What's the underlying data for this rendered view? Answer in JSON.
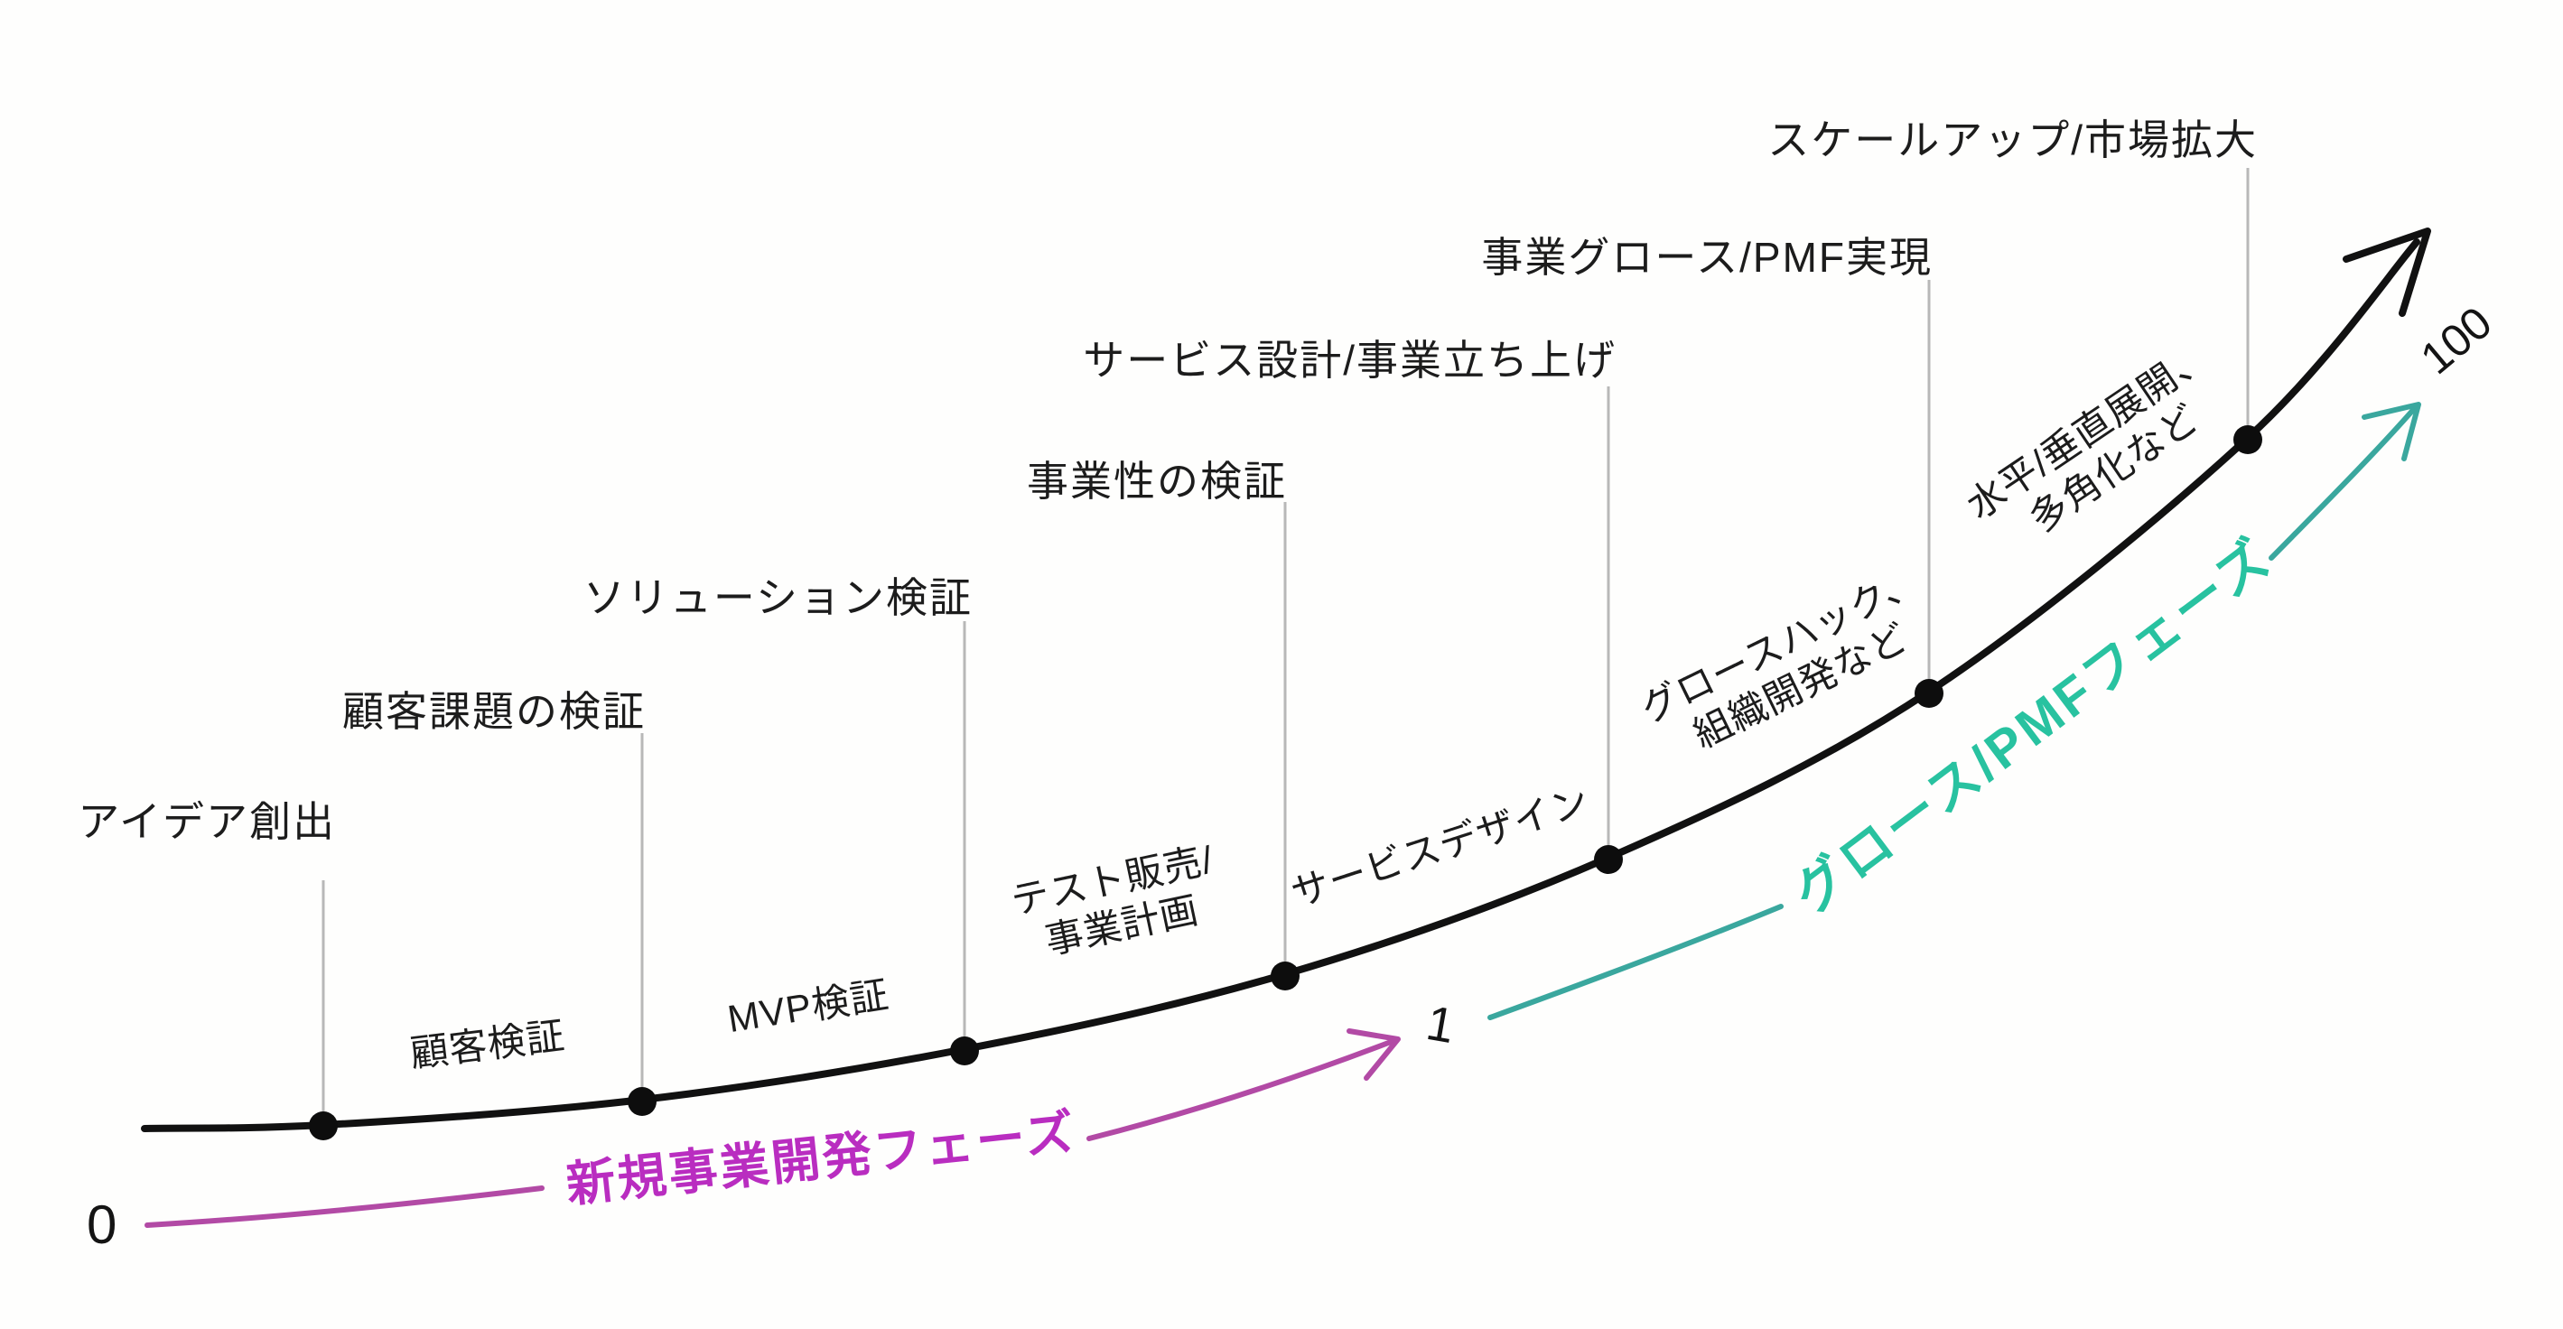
{
  "diagram": {
    "milestones": [
      "アイデア創出",
      "顧客課題の検証",
      "ソリューション検証",
      "事業性の検証",
      "サービス設計/事業立ち上げ",
      "事業グロース/PMF実現",
      "スケールアップ/市場拡大"
    ],
    "activities": [
      {
        "line1": "顧客検証"
      },
      {
        "line1": "MVP検証"
      },
      {
        "line1": "テスト販売/",
        "line2": "事業計画"
      },
      {
        "line1": "サービスデザイン"
      },
      {
        "line1": "グロースハック、",
        "line2": "組織開発など"
      },
      {
        "line1": "水平/垂直展開、",
        "line2": "多角化など"
      }
    ],
    "phases": [
      {
        "label": "新規事業開発フェーズ",
        "color": "#b92dc0",
        "line_color": "#b24aa5"
      },
      {
        "label": "グロース/PMFフェーズ",
        "color": "#28c2a0",
        "line_color": "#3aa79e"
      }
    ],
    "scale": {
      "zero": "0",
      "one": "1",
      "hundred": "100"
    },
    "colors": {
      "curve": "#111111",
      "dropline": "#b8b8b8",
      "dot": "#0d0d0d"
    }
  }
}
